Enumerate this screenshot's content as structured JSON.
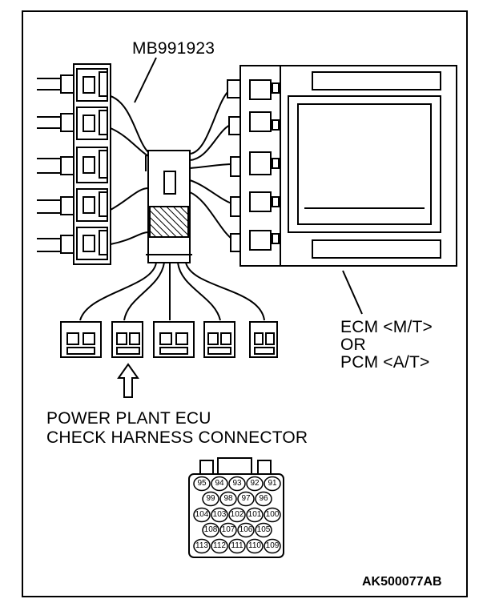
{
  "labels": {
    "tool": "MB991923",
    "ecm_line1": "ECM <M/T>",
    "ecm_line2": "OR",
    "ecm_line3": "PCM <A/T>",
    "harness_line1": "POWER PLANT ECU",
    "harness_line2": "CHECK HARNESS CONNECTOR",
    "figure_code": "AK500077AB"
  },
  "connector_pins": {
    "row1": [
      "95",
      "94",
      "93",
      "92",
      "91"
    ],
    "row2": [
      "99",
      "98",
      "97",
      "96"
    ],
    "row3": [
      "104",
      "103",
      "102",
      "101",
      "100"
    ],
    "row4": [
      "108",
      "107",
      "106",
      "105"
    ],
    "row5": [
      "113",
      "112",
      "111",
      "110",
      "109"
    ]
  },
  "colors": {
    "line": "#000000",
    "background": "#ffffff"
  }
}
